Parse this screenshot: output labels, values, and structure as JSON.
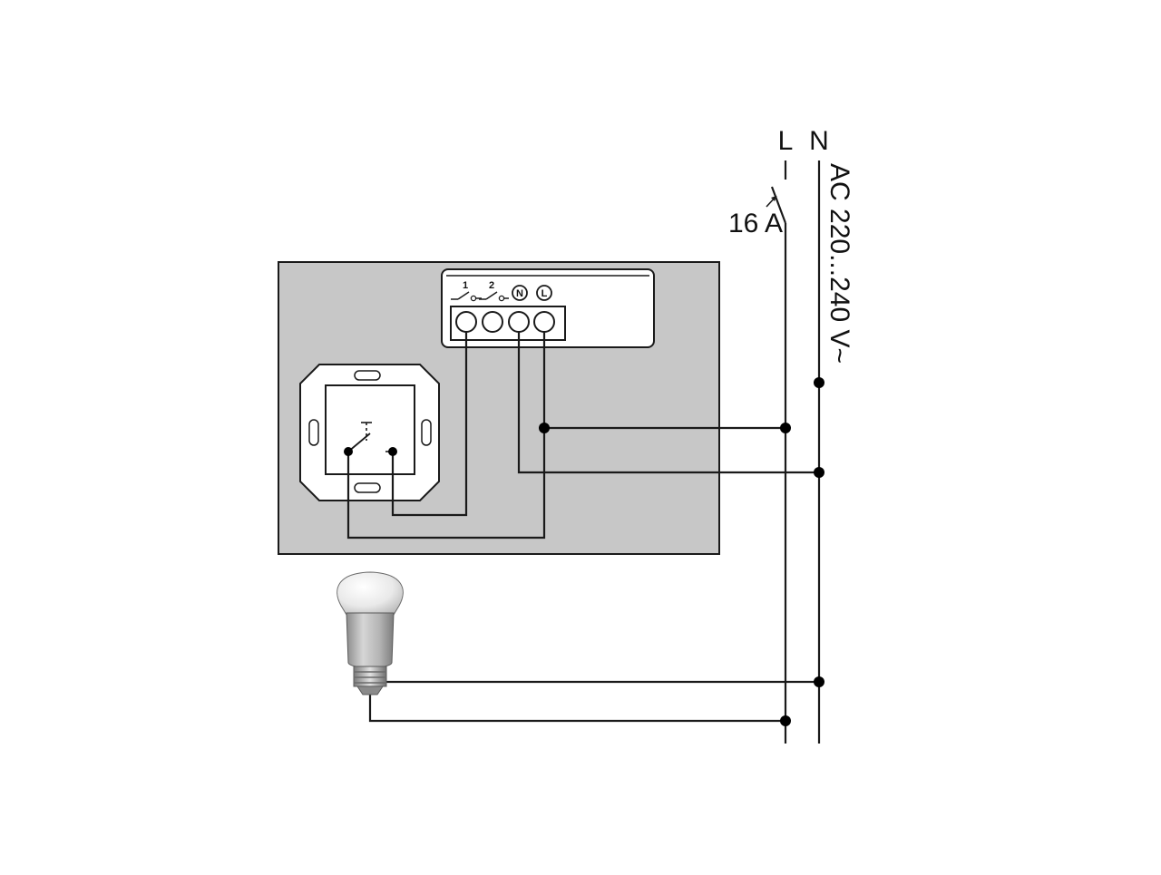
{
  "supply": {
    "line_label": "L",
    "neutral_label": "N",
    "fuse_label": "16 A",
    "voltage_label": "AC 220...240 V~"
  },
  "terminals": {
    "t1": "1",
    "t2": "2",
    "tn": "N",
    "tl": "L"
  },
  "colors": {
    "panel_fill": "#c7c7c7",
    "wire": "#1a1a1a",
    "background": "#ffffff"
  }
}
